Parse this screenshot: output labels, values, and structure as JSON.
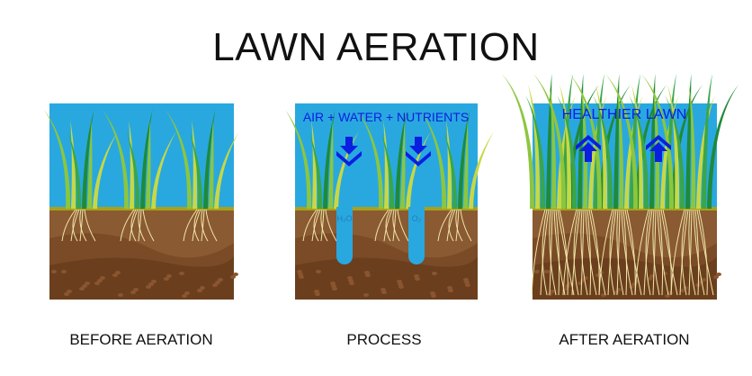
{
  "title": "LAWN AERATION",
  "panels": [
    {
      "caption": "BEFORE AERATION"
    },
    {
      "caption": "PROCESS",
      "banner": "AIR + WATER + NUTRIENTS",
      "hole_labels": [
        "H₂O",
        "O₂"
      ],
      "arrow_direction": "down"
    },
    {
      "caption": "AFTER AERATION",
      "banner": "HEALTHIER  LAWN",
      "arrow_direction": "up"
    }
  ],
  "colors": {
    "sky": "#29a8e0",
    "topsoil": "#8a5a32",
    "subsoil": "#6b3f1d",
    "grass_line": "#a8a21a",
    "arrow": "#0a1fe0",
    "roots": "#f0e6a8"
  }
}
